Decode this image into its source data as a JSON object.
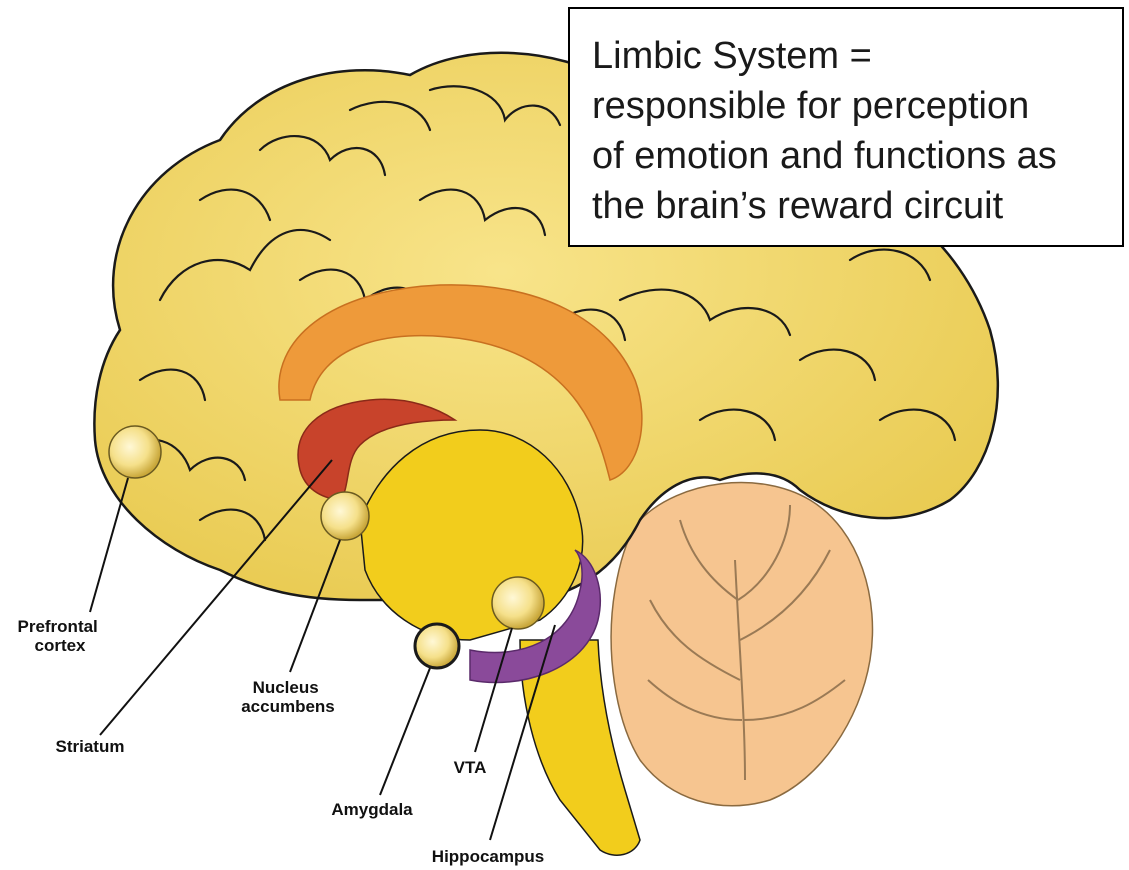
{
  "callout": {
    "lines": [
      "Limbic System =",
      "responsible for perception",
      "of emotion and functions as",
      "the brain’s reward circuit"
    ]
  },
  "labels": {
    "prefrontal_cortex": [
      "Prefrontal",
      "cortex"
    ],
    "striatum": "Striatum",
    "nucleus_accumbens": [
      "Nucleus",
      "accumbens"
    ],
    "amygdala": "Amygdala",
    "vta": "VTA",
    "hippocampus": "Hippocampus"
  },
  "colors": {
    "cortex": "#f1d86a",
    "cortex_outline": "#1a1a1a",
    "corpus_callosum": "#ee9a3a",
    "striatum": "#c8432b",
    "hippocampus": "#8a4a9a",
    "brainstem": "#f2cd1c",
    "cerebellum": "#f6c590"
  }
}
